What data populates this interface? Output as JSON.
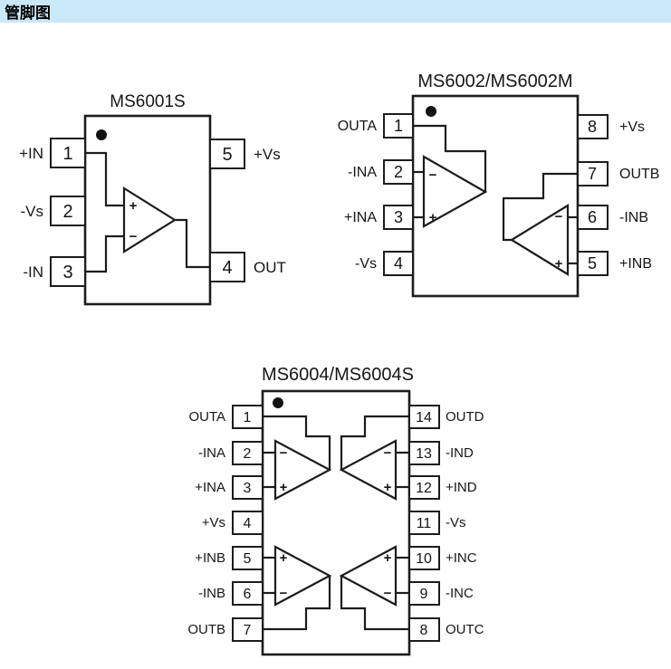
{
  "header": {
    "title": "管脚图",
    "bg_color": "#c9e8f8",
    "text_color": "#000000"
  },
  "diagram": {
    "line_color": "#1c1c1c",
    "chips": [
      {
        "title": "MS6001S",
        "left_pins": [
          {
            "number": "1",
            "label": "+IN"
          },
          {
            "number": "2",
            "label": "-Vs"
          },
          {
            "number": "3",
            "label": "-IN"
          }
        ],
        "right_pins": [
          {
            "number": "5",
            "label": "+Vs"
          },
          {
            "number": "4",
            "label": "OUT"
          }
        ],
        "opamps": [
          {
            "name": "A",
            "top_marker": "+",
            "bottom_marker": "−"
          }
        ]
      },
      {
        "title": "MS6002/MS6002M",
        "left_pins": [
          {
            "number": "1",
            "label": "OUTA"
          },
          {
            "number": "2",
            "label": "-INA"
          },
          {
            "number": "3",
            "label": "+INA"
          },
          {
            "number": "4",
            "label": "-Vs"
          }
        ],
        "right_pins": [
          {
            "number": "8",
            "label": "+Vs"
          },
          {
            "number": "7",
            "label": "OUTB"
          },
          {
            "number": "6",
            "label": "-INB"
          },
          {
            "number": "5",
            "label": "+INB"
          }
        ],
        "opamps": [
          {
            "name": "A",
            "top_marker": "−",
            "bottom_marker": "+"
          },
          {
            "name": "B",
            "top_marker": "−",
            "bottom_marker": "+"
          }
        ]
      },
      {
        "title": "MS6004/MS6004S",
        "left_pins": [
          {
            "number": "1",
            "label": "OUTA"
          },
          {
            "number": "2",
            "label": "-INA"
          },
          {
            "number": "3",
            "label": "+INA"
          },
          {
            "number": "4",
            "label": "+Vs"
          },
          {
            "number": "5",
            "label": "+INB"
          },
          {
            "number": "6",
            "label": "-INB"
          },
          {
            "number": "7",
            "label": "OUTB"
          }
        ],
        "right_pins": [
          {
            "number": "14",
            "label": "OUTD"
          },
          {
            "number": "13",
            "label": "-IND"
          },
          {
            "number": "12",
            "label": "+IND"
          },
          {
            "number": "11",
            "label": "-Vs"
          },
          {
            "number": "10",
            "label": "+INC"
          },
          {
            "number": "9",
            "label": "-INC"
          },
          {
            "number": "8",
            "label": "OUTC"
          }
        ],
        "opamps": [
          {
            "name": "A",
            "top_marker": "−",
            "bottom_marker": "+"
          },
          {
            "name": "D",
            "top_marker": "−",
            "bottom_marker": "+"
          },
          {
            "name": "B",
            "top_marker": "+",
            "bottom_marker": "−"
          },
          {
            "name": "C",
            "top_marker": "+",
            "bottom_marker": "−"
          }
        ]
      }
    ]
  }
}
